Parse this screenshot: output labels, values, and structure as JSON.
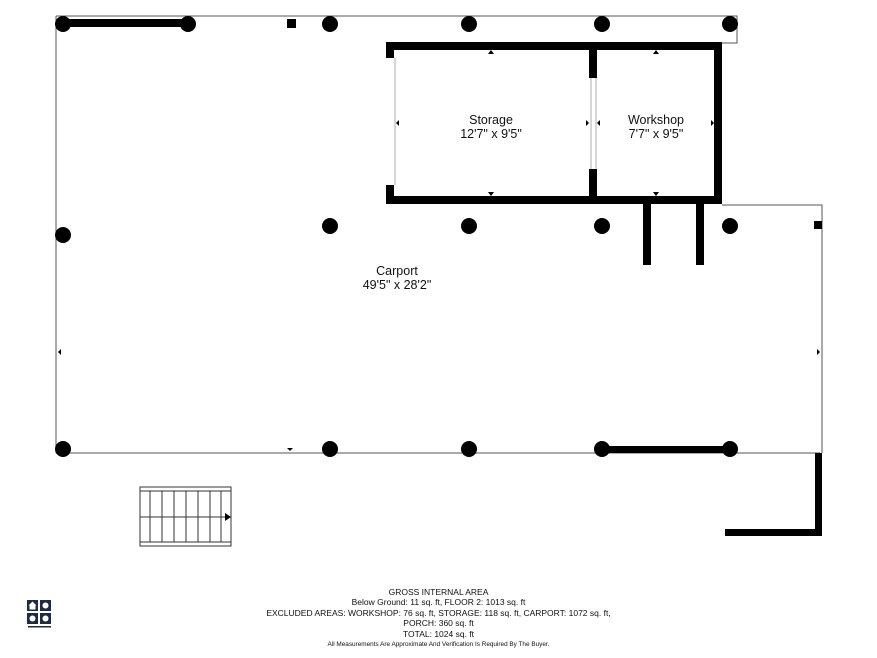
{
  "colors": {
    "wall": "#000000",
    "outline": "#555555",
    "text": "#111111",
    "background": "#ffffff"
  },
  "rooms": {
    "storage": {
      "name": "Storage",
      "dims": "12'7\" x 9'5\""
    },
    "workshop": {
      "name": "Workshop",
      "dims": "7'7\" x 9'5\""
    },
    "carport": {
      "name": "Carport",
      "dims": "49'5\" x 28'2\""
    }
  },
  "summary": {
    "heading": "GROSS INTERNAL AREA",
    "line1": "Below Ground: 11 sq. ft, FLOOR 2: 1013 sq. ft",
    "line2": "EXCLUDED AREAS: WORKSHOP: 76 sq. ft, STORAGE: 118 sq. ft, CARPORT: 1072 sq. ft,",
    "line3": "PORCH: 360 sq. ft",
    "line4": "TOTAL: 1024 sq. ft",
    "disclaimer": "All Measurements Are Approximate And Verification Is Required By The Buyer."
  },
  "icons": {
    "logo": "house-logo-icon",
    "stairs": "stairs-icon",
    "post": "post-icon"
  }
}
